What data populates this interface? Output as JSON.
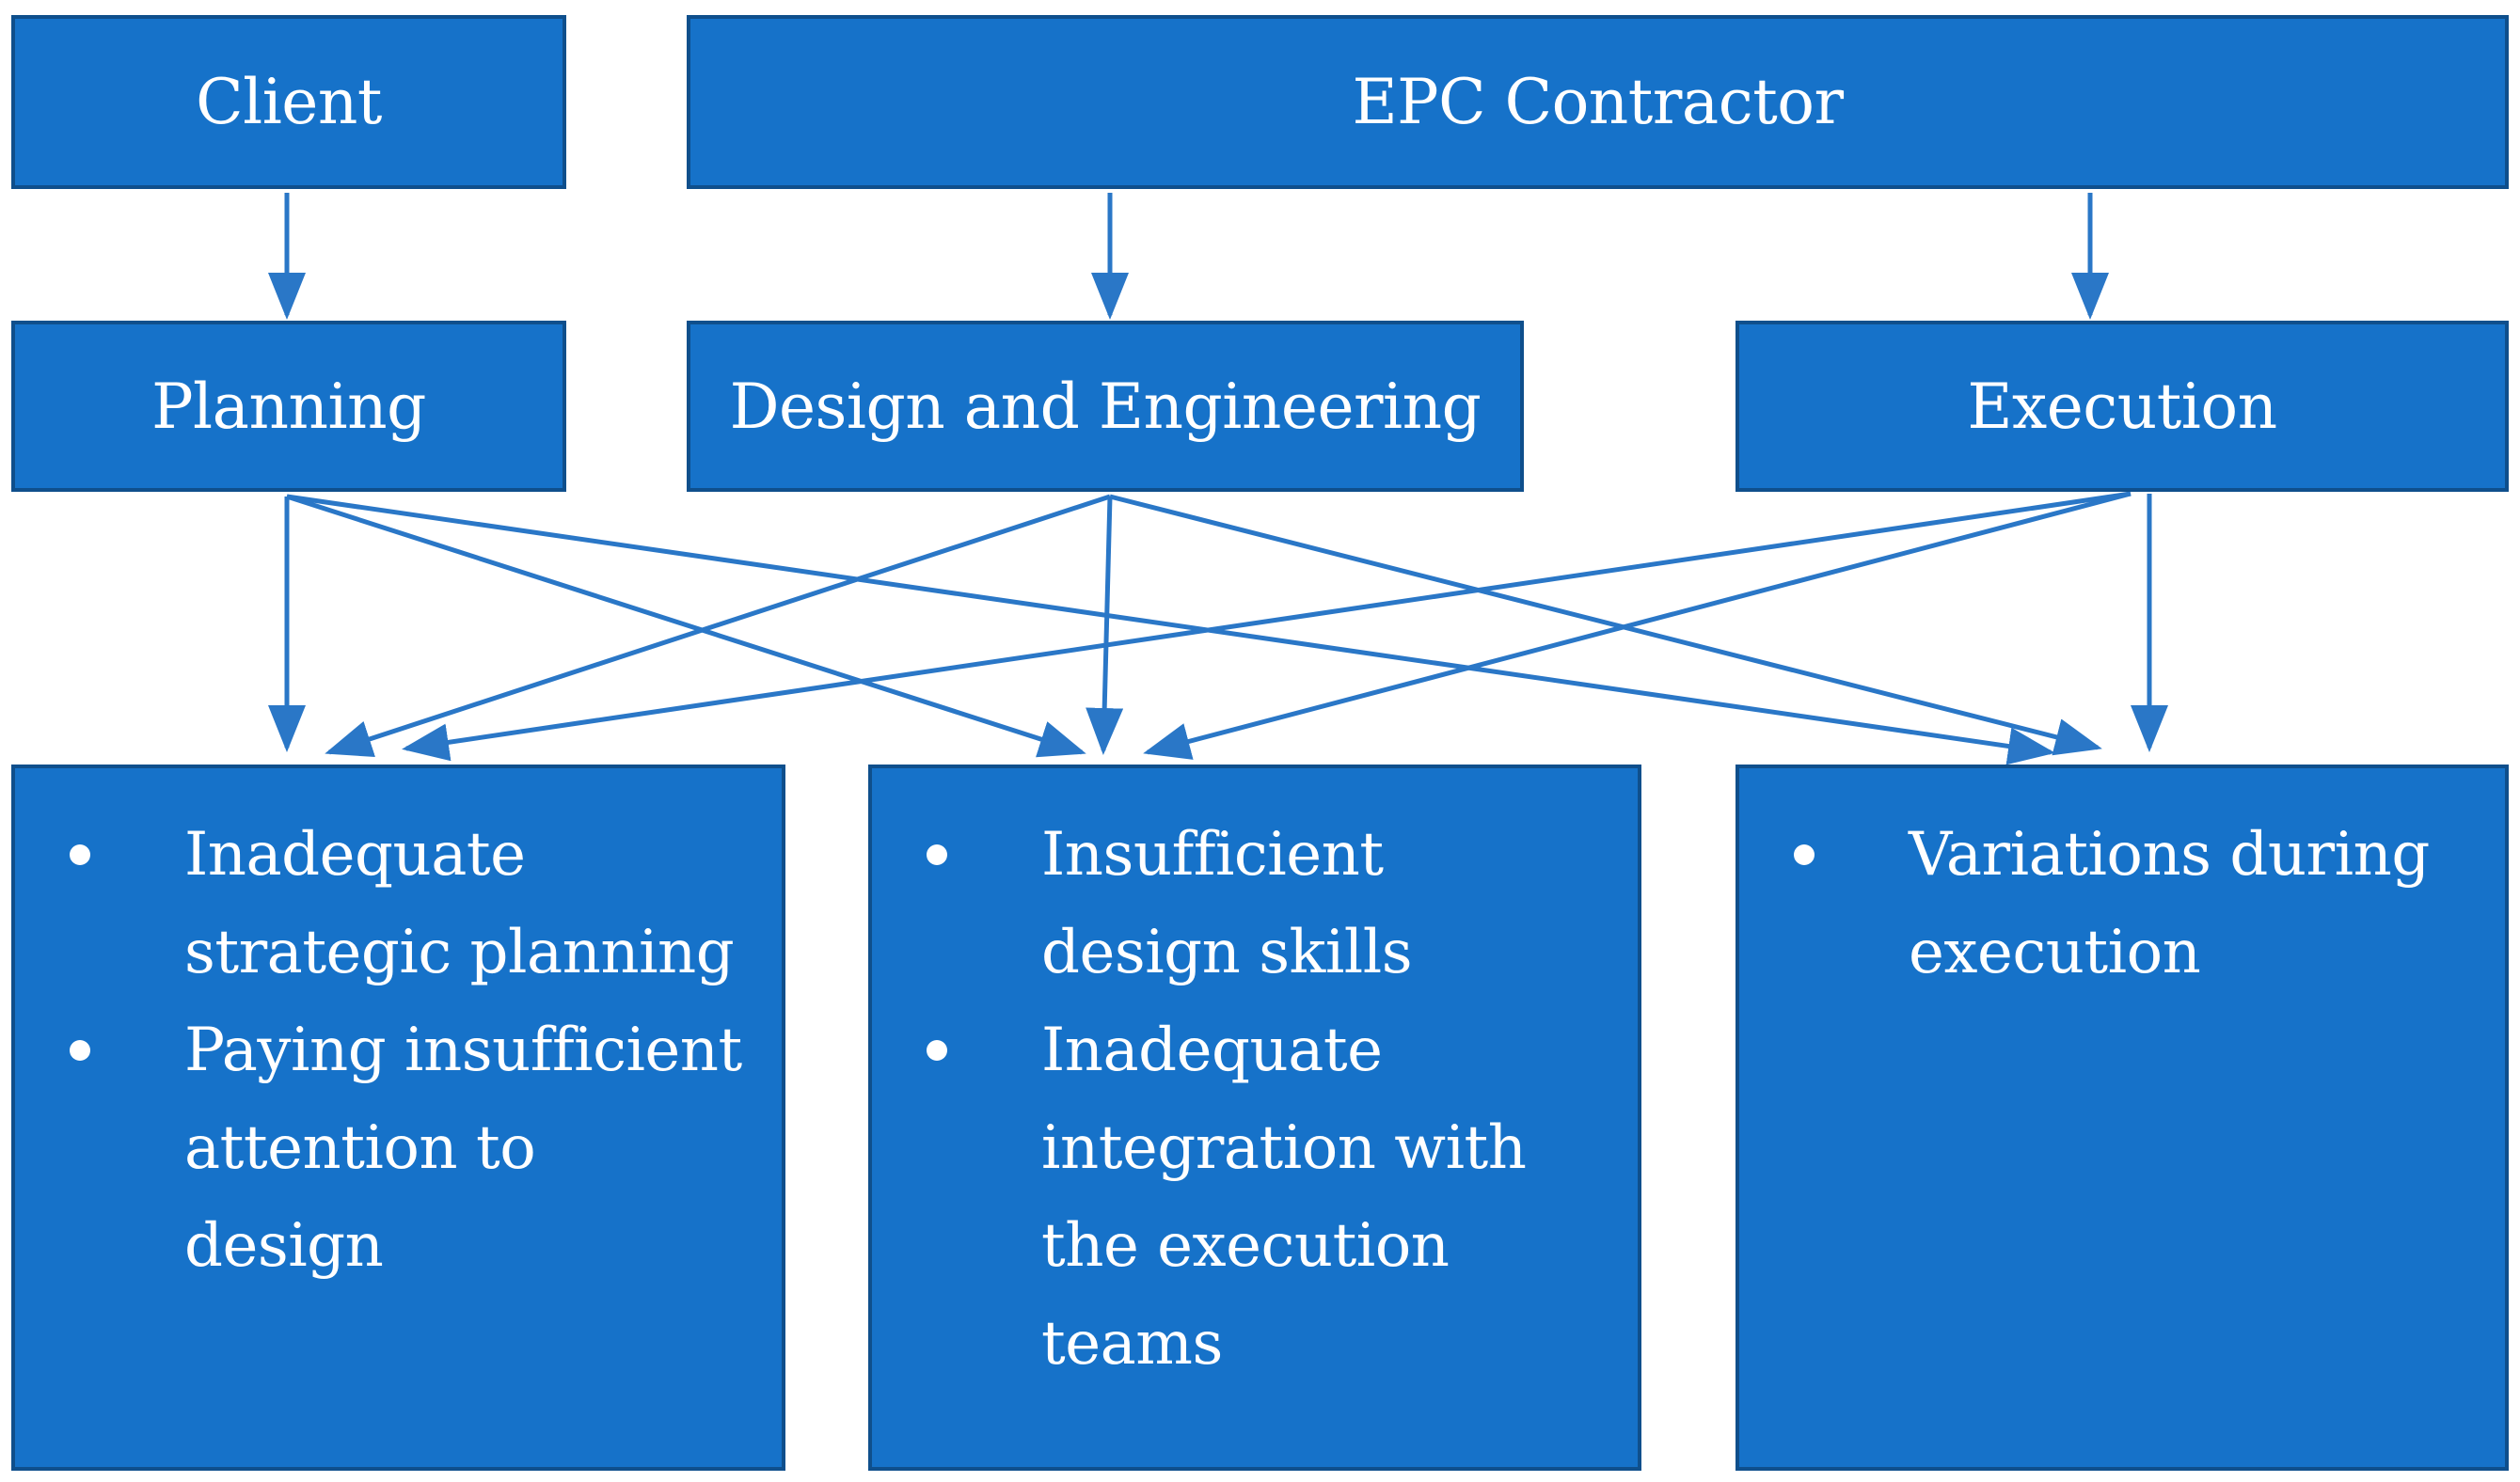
{
  "diagram": {
    "colors": {
      "box_fill": "#1672c9",
      "box_border": "#0f4f8c",
      "text": "#ffffff",
      "arrow": "#2a77c7"
    },
    "top_nodes": {
      "client": "Client",
      "epc_contractor": "EPC Contractor"
    },
    "phases": {
      "planning": "Planning",
      "design_engineering": "Design and Engineering",
      "execution": "Execution"
    },
    "issues": {
      "planning_issues": [
        "Inadequate strategic planning",
        "Paying insufficient attention to design"
      ],
      "design_issues": [
        "Insufficient design skills",
        "Inadequate integration with the execution teams"
      ],
      "execution_issues": [
        "Variations during execution"
      ]
    }
  }
}
